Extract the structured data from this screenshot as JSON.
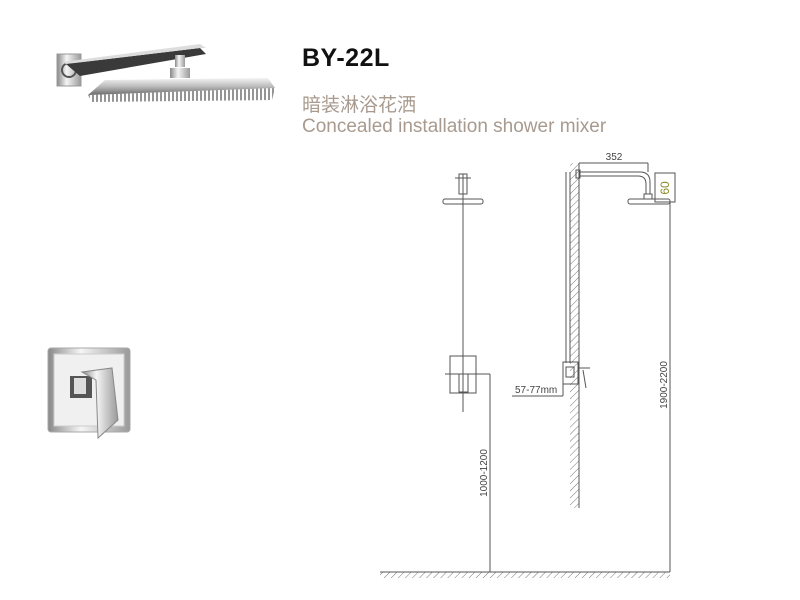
{
  "header": {
    "model": "BY-22L",
    "title_cn": "暗装淋浴花洒",
    "title_en": "Concealed installation shower mixer"
  },
  "drawing": {
    "arm_length": "352",
    "head_height": "60",
    "mixer_height": "1000-1200",
    "head_floor_height": "1900-2200",
    "wall_depth": "57-77mm"
  },
  "colors": {
    "subtitle": "#a89a8e",
    "line": "#555555"
  }
}
